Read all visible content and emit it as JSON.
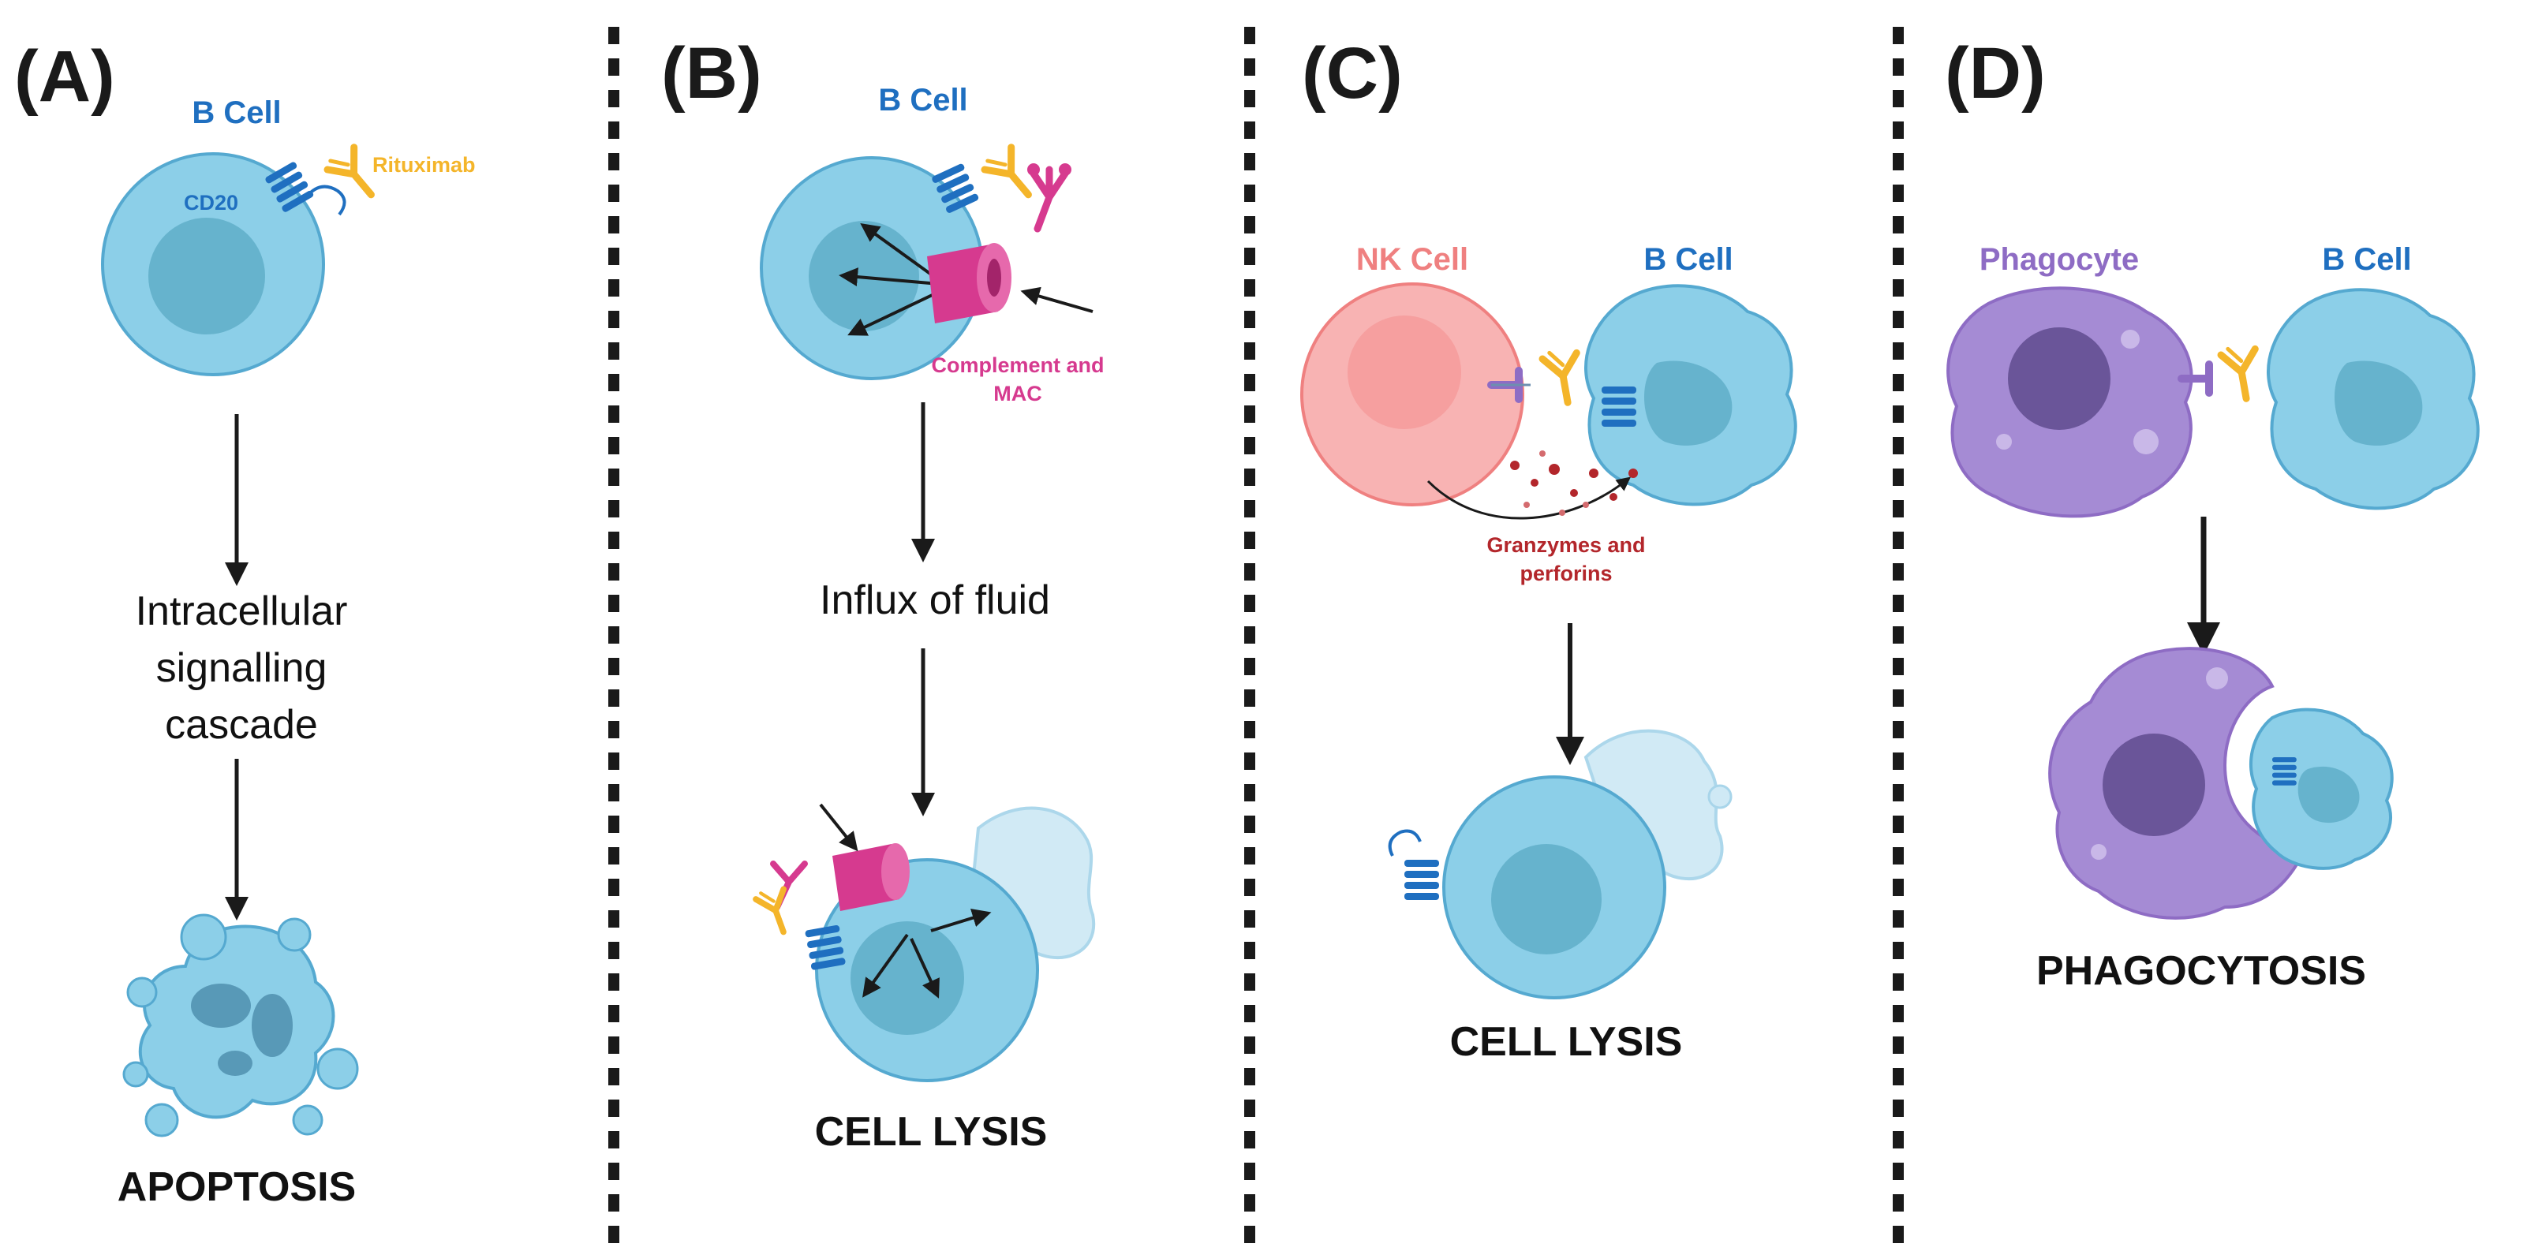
{
  "colors": {
    "b_cell": "#1f6fc0",
    "rituximab": "#f4b52a",
    "complement": "#d63a8f",
    "nk_cell": "#ef8080",
    "phagocyte": "#8e6cc4",
    "granzyme": "#b3262b",
    "cell_fill": "#8ccfe8",
    "cell_edge": "#55a9d0",
    "nucleus": "#5aa9c4"
  },
  "panels": {
    "a": {
      "label": "(A)",
      "cell_label": "B Cell",
      "receptor_label": "CD20",
      "antibody_label": "Rituximab",
      "steps": [
        "Intracellular",
        "signalling",
        "cascade"
      ],
      "outcome": "APOPTOSIS"
    },
    "b": {
      "label": "(B)",
      "cell_label": "B Cell",
      "complement_label": [
        "Complement and",
        "MAC"
      ],
      "step": "Influx of fluid",
      "outcome": "CELL LYSIS"
    },
    "c": {
      "label": "(C)",
      "effector_label": "NK Cell",
      "cell_label": "B Cell",
      "granzyme_label": [
        "Granzymes and",
        "perforins"
      ],
      "outcome": "CELL LYSIS"
    },
    "d": {
      "label": "(D)",
      "effector_label": "Phagocyte",
      "cell_label": "B Cell",
      "outcome": "PHAGOCYTOSIS"
    }
  }
}
